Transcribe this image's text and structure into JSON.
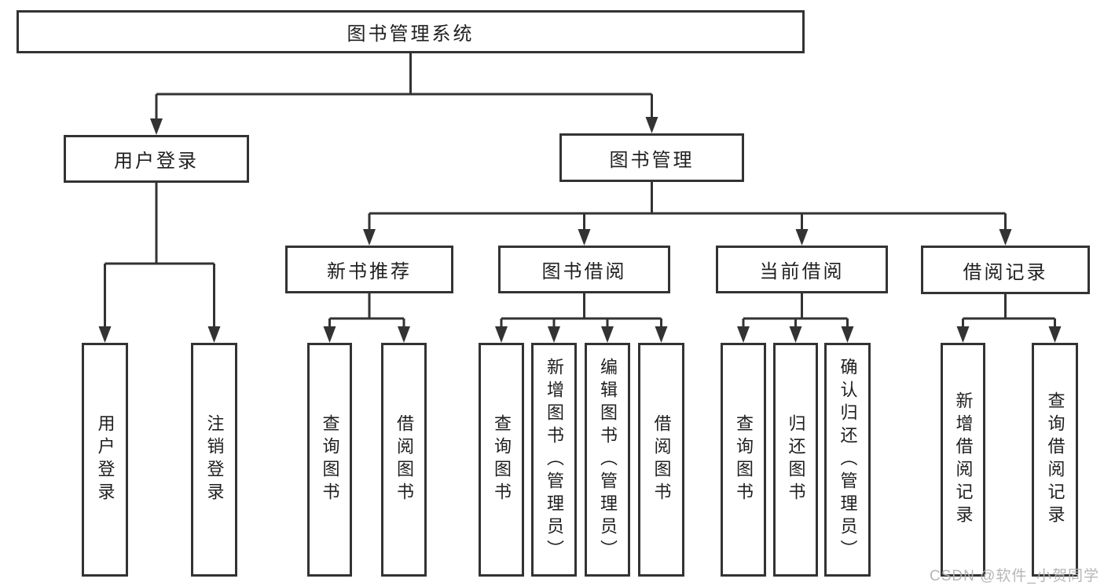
{
  "diagram": {
    "root": {
      "label": "图书管理系统"
    },
    "level2": [
      {
        "label": "用户登录"
      },
      {
        "label": "图书管理"
      }
    ],
    "level3": [
      {
        "label": "新书推荐"
      },
      {
        "label": "图书借阅"
      },
      {
        "label": "当前借阅"
      },
      {
        "label": "借阅记录"
      }
    ],
    "leaves": {
      "user_login": [
        "用户登录",
        "注销登录"
      ],
      "new_books": [
        "查询图书",
        "借阅图书"
      ],
      "book_borrow": [
        "查询图书",
        "新增图书（管理员）",
        "编辑图书（管理员）",
        "借阅图书"
      ],
      "current_borrow": [
        "查询图书",
        "归还图书",
        "确认归还（管理员）"
      ],
      "borrow_records": [
        "新增借阅记录",
        "查询借阅记录"
      ]
    }
  },
  "watermark": "CSDN @软件_小贺同学",
  "colors": {
    "line": "#333333",
    "text": "#1f1f1f",
    "watermark": "#b3b3b3",
    "background": "#ffffff"
  }
}
